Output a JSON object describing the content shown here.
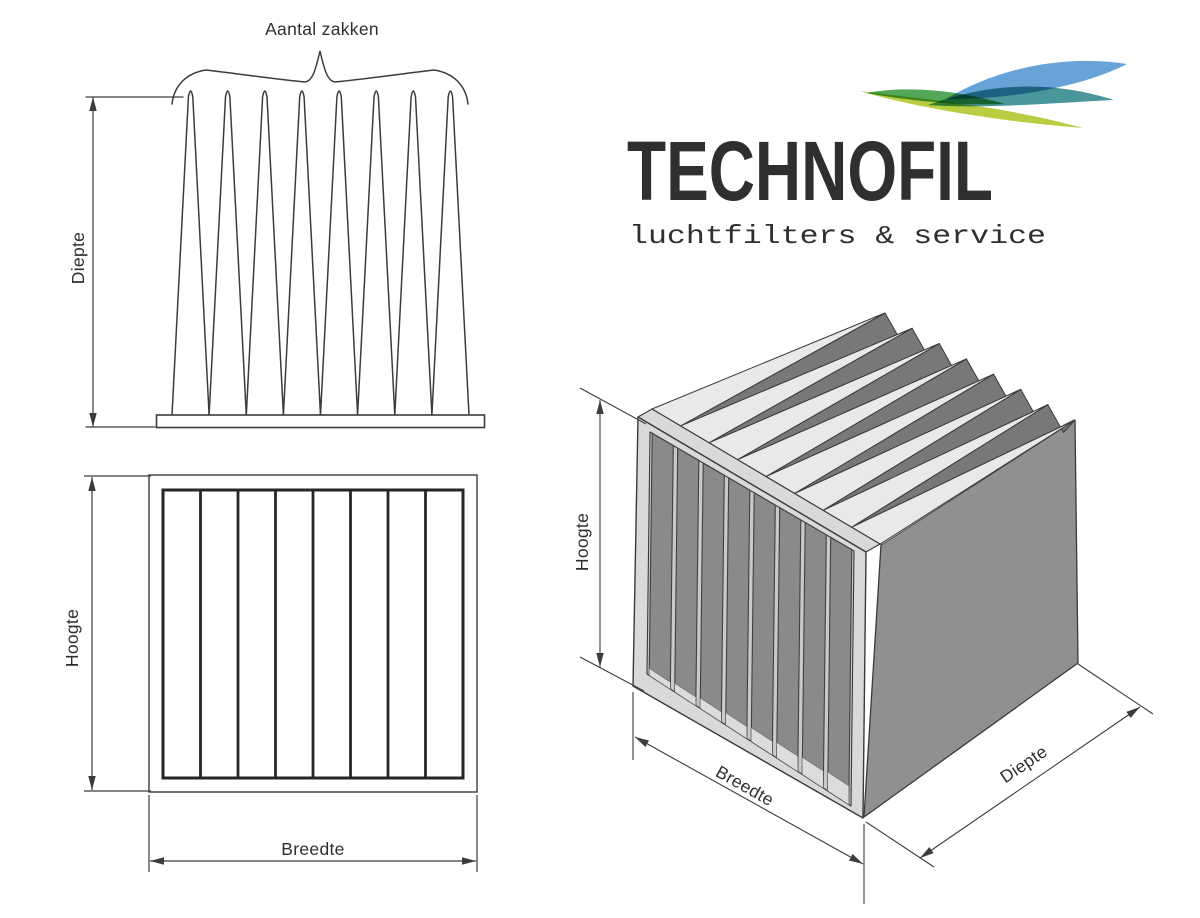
{
  "page": {
    "background": "#ffffff"
  },
  "logo": {
    "brand": "TECHNOFIL",
    "tagline": "luchtfilters & service",
    "brand_color": "#2e4a5c",
    "tagline_color": "#8b8b8b",
    "swoosh_colors": {
      "blue": "#5b9bd5",
      "teal": "#3a8e93",
      "green": "#44a04a",
      "yellow_green": "#b4c832"
    }
  },
  "diagrams": {
    "line_color": "#3c3c3c",
    "top_view": {
      "label_top": "Aantal zakken",
      "label_left": "Diepte",
      "num_bags": 8
    },
    "front_view": {
      "label_left": "Hoogte",
      "label_bottom": "Breedte",
      "num_pockets": 8
    },
    "iso_view": {
      "label_left": "Hoogte",
      "label_bottom": "Breedte",
      "label_right": "Diepte",
      "num_bags": 8,
      "colors": {
        "frame": "#d9d9d9",
        "frame_inner": "#c9c9c9",
        "pocket": "#8a8a8a",
        "pocket_edge": "#3f3f3f",
        "pocket_floor": "#dcdcdc",
        "bag_top": "#e9e9e9",
        "gap": "#787878",
        "right_face": "#909090",
        "edge": "#3a3a3a"
      }
    }
  }
}
